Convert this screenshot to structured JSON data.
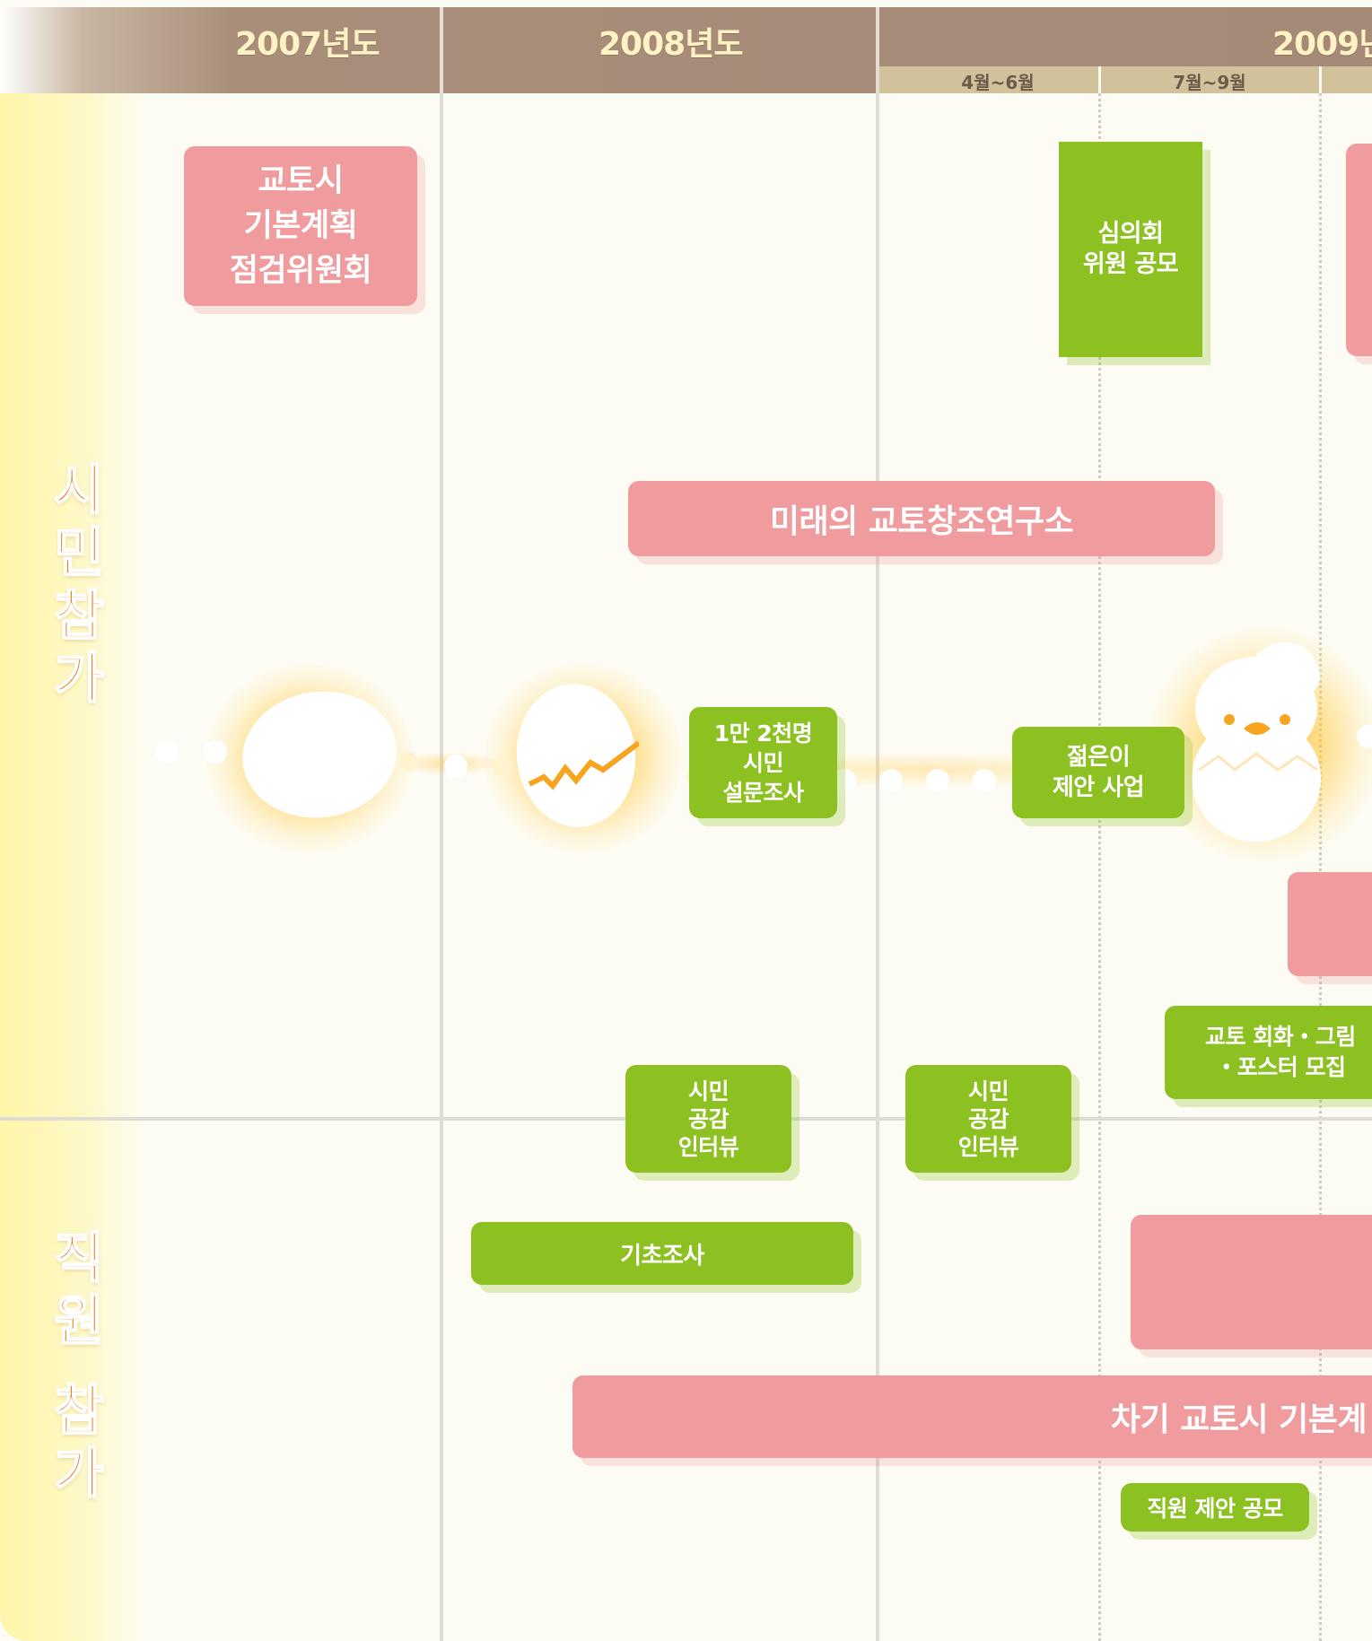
{
  "header": {
    "years": [
      "2007년도",
      "2008년도",
      "2009년"
    ],
    "quarters": [
      "4월~6월",
      "7월~9월"
    ]
  },
  "categories": {
    "citizen": [
      "시",
      "민",
      "참",
      "가"
    ],
    "staff": [
      "직",
      "원",
      "참",
      "가"
    ]
  },
  "boxes": {
    "inspection_committee": "교토시\n기본계획\n점검위원회",
    "council_recruit": "심의회\n위원 공모",
    "future_lab": "미래의 교토창조연구소",
    "survey": "1만 2천명\n시민\n설문조사",
    "youth_proposal": "젊은이\n제안 사업",
    "art_contest": "교토 회화・그림\n・포스터 모집",
    "interview_1": "시민\n공감\n인터뷰",
    "interview_2": "시민\n공감\n인터뷰",
    "basic_research": "기초조사",
    "next_plan": "차기 교토시 기본계",
    "staff_proposal": "직원 제안 공모"
  },
  "colors": {
    "pink": "#f09b9d",
    "green": "#8cc121",
    "header": "#a48a77",
    "category_text": "#ee7a10",
    "year_text": "#fff3c4"
  },
  "icons": [
    "egg-icon",
    "cracked-egg-icon",
    "chick-icon"
  ]
}
